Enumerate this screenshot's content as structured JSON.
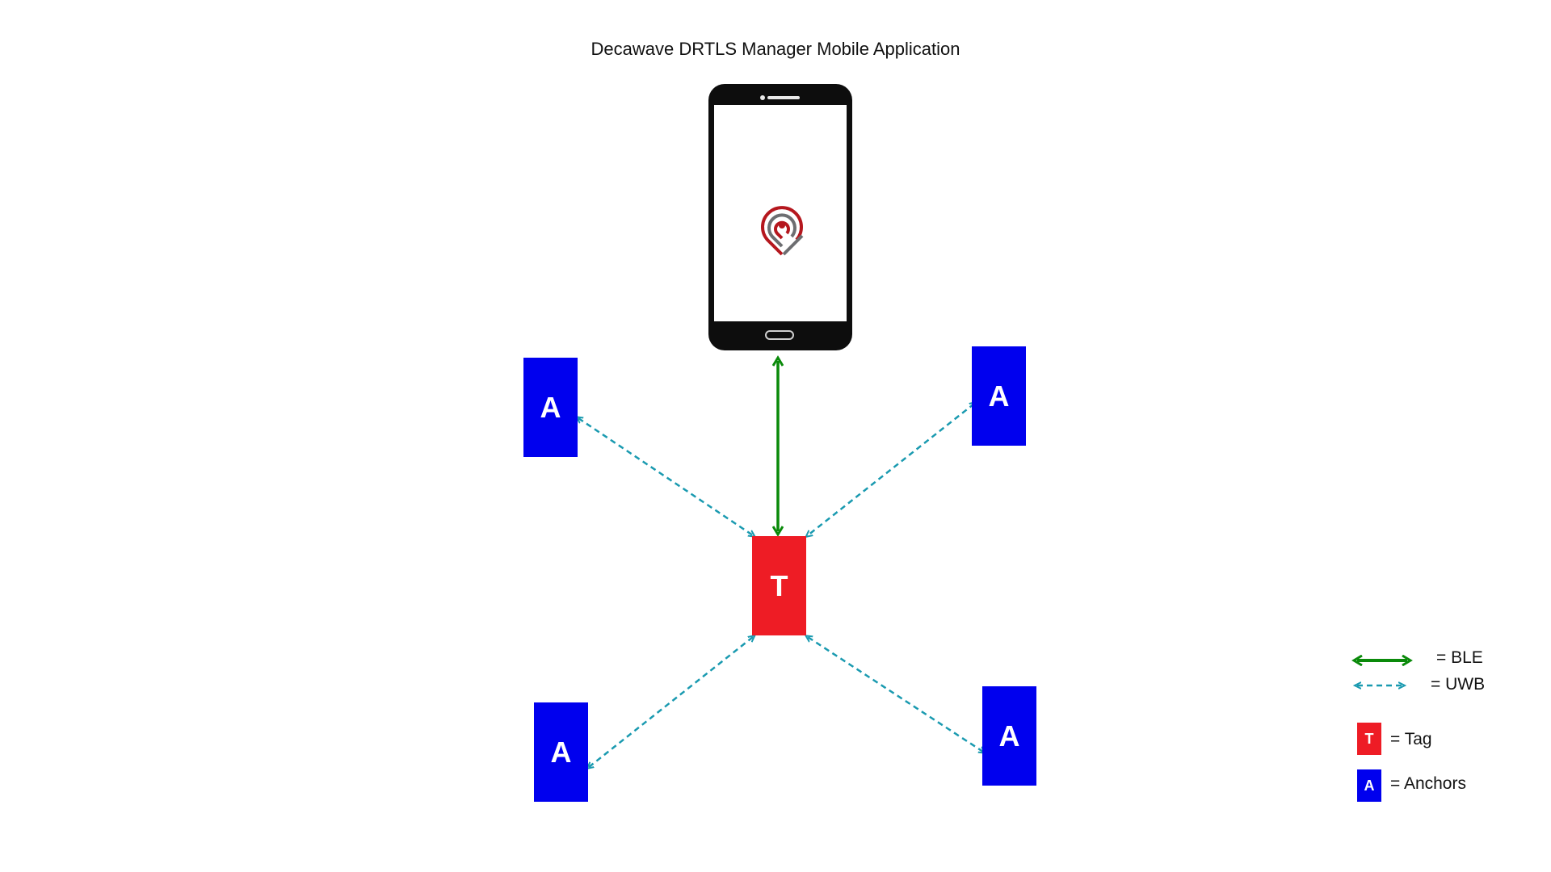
{
  "title": "Decawave DRTLS Manager Mobile Application",
  "nodes": {
    "tag_label": "T",
    "anchor_label": "A"
  },
  "legend": {
    "ble_label": "= BLE",
    "uwb_label": "= UWB",
    "tag_symbol": "T",
    "tag_label": "= Tag",
    "anchor_symbol": "A",
    "anchor_label": "= Anchors"
  },
  "colors": {
    "anchor": "#0000ee",
    "tag": "#ee1c25",
    "ble_link": "#0a8a0a",
    "uwb_link": "#1a9ab0",
    "logo_red": "#b5171e",
    "logo_gray": "#6d6e71"
  },
  "icons": {
    "app_logo": "decawave-location-pin-icon",
    "phone": "smartphone-icon"
  }
}
